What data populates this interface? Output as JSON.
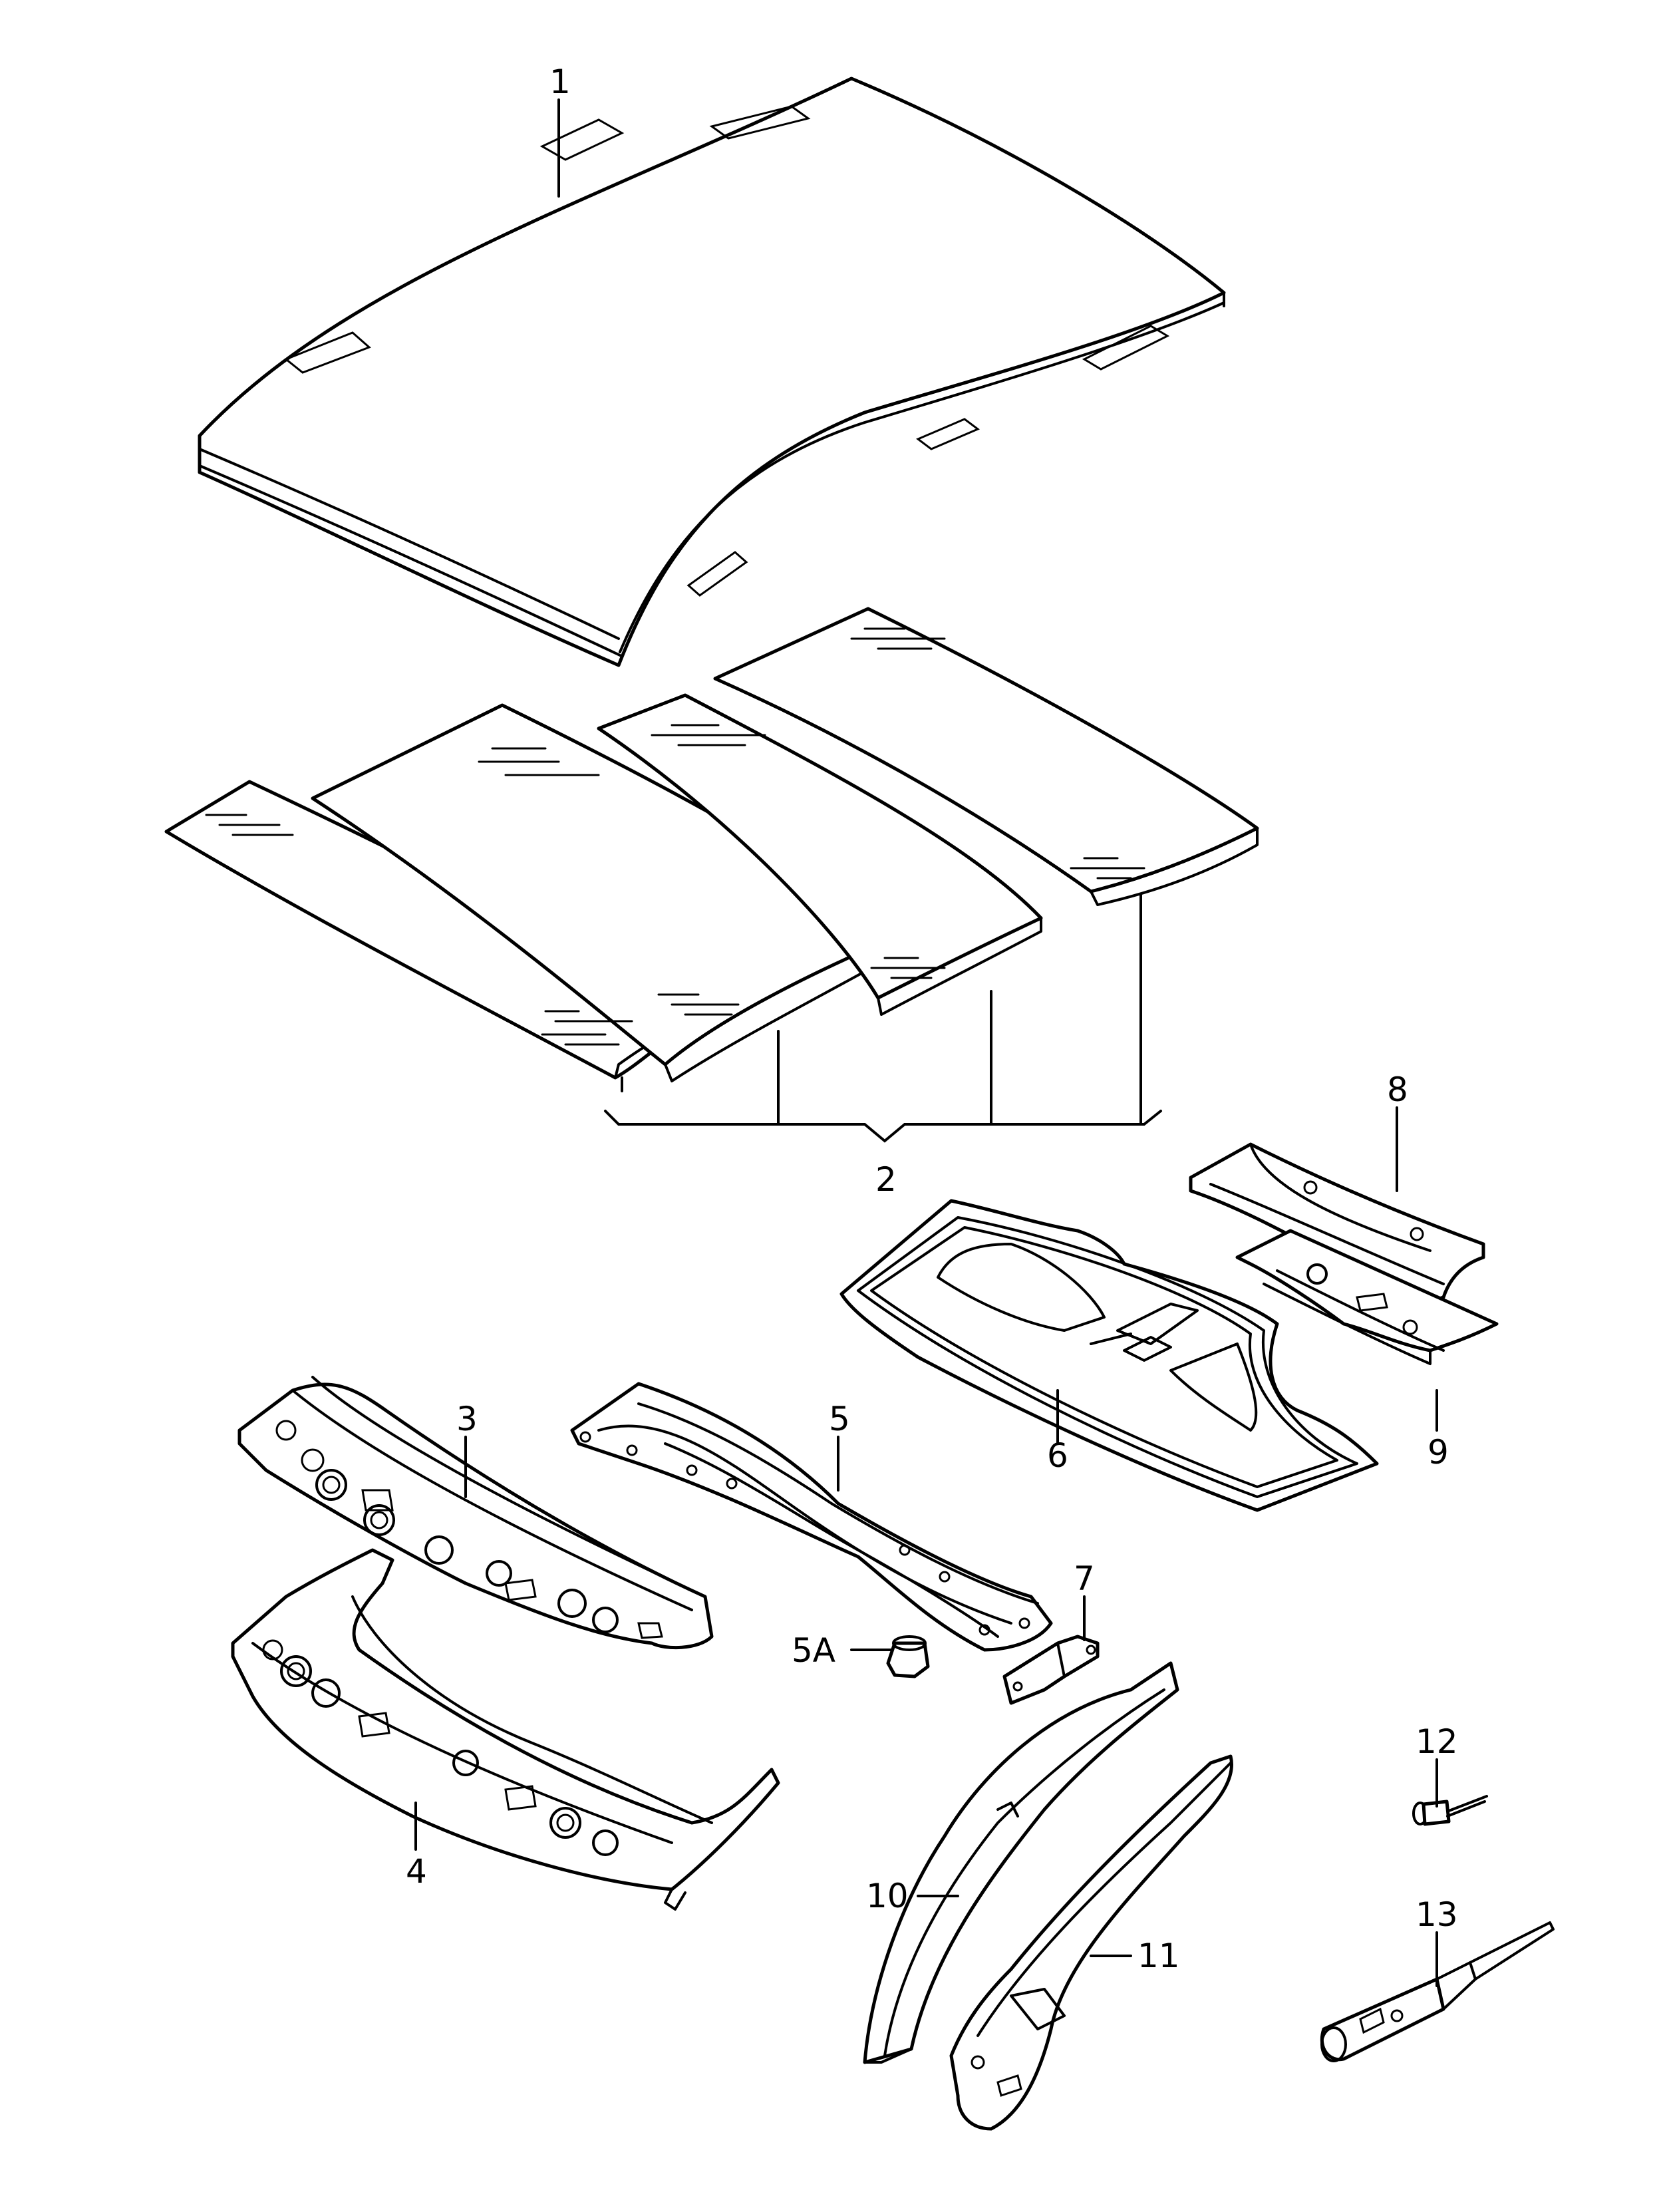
{
  "diagram": {
    "callouts": [
      {
        "id": "1",
        "text": "1"
      },
      {
        "id": "2",
        "text": "2"
      },
      {
        "id": "3",
        "text": "3"
      },
      {
        "id": "4",
        "text": "4"
      },
      {
        "id": "5",
        "text": "5"
      },
      {
        "id": "5A",
        "text": "5A"
      },
      {
        "id": "6",
        "text": "6"
      },
      {
        "id": "7",
        "text": "7"
      },
      {
        "id": "8",
        "text": "8"
      },
      {
        "id": "9",
        "text": "9"
      },
      {
        "id": "10",
        "text": "10"
      },
      {
        "id": "11",
        "text": "11"
      },
      {
        "id": "12",
        "text": "12"
      },
      {
        "id": "13",
        "text": "13"
      }
    ]
  },
  "colors": {
    "line": "#000000",
    "background": "#ffffff"
  }
}
